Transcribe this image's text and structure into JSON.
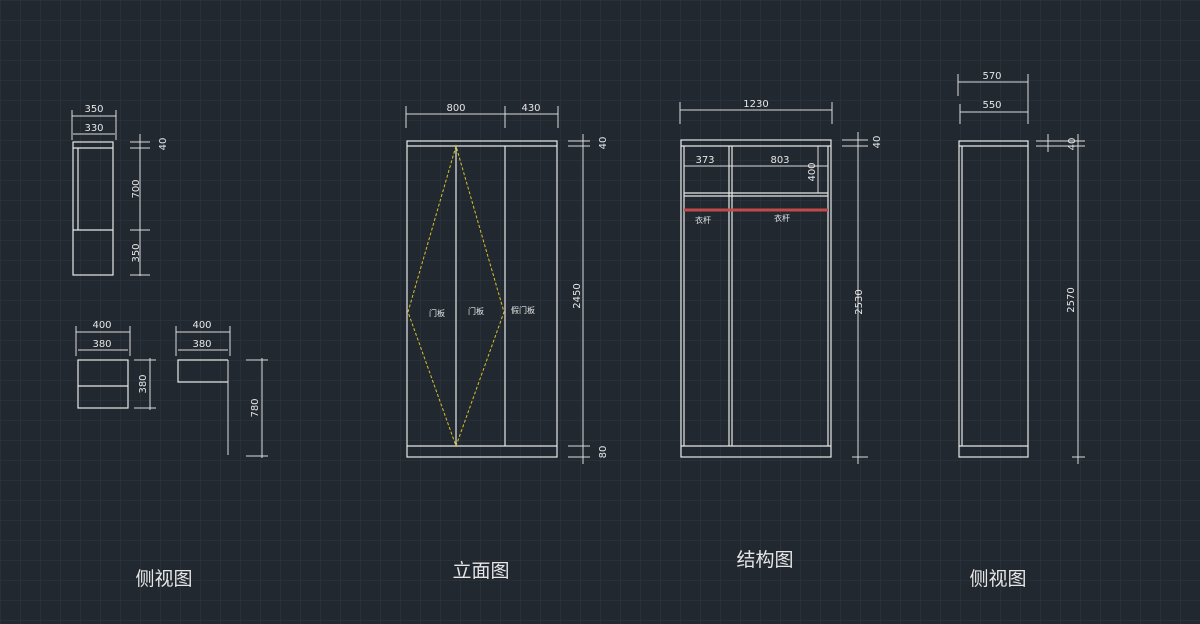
{
  "colors": {
    "background": "#212830",
    "grid": "#343c47",
    "line": "#e8e8e8",
    "diagonal": "#d4c22a",
    "rod": "#c24a4a"
  },
  "titles": {
    "side_left": "侧视图",
    "elevation": "立面图",
    "structure": "结构图",
    "side_right": "侧视图"
  },
  "side_left": {
    "dims": {
      "w_outer": "350",
      "w_inner": "330",
      "top": "40",
      "upper": "700",
      "lower": "350"
    }
  },
  "small_parts": {
    "a": {
      "w_outer": "400",
      "w_inner": "380",
      "h": "380"
    },
    "b": {
      "w_outer": "400",
      "w_inner": "380",
      "h": "780"
    }
  },
  "elevation": {
    "dims": {
      "left": "800",
      "right": "430",
      "top": "40",
      "height": "2450",
      "bottom": "80"
    },
    "labels": {
      "door1": "门板",
      "door2": "门板",
      "fake_door": "假门板"
    }
  },
  "structure": {
    "dims": {
      "width": "1230",
      "left_cell": "373",
      "right_cell": "803",
      "shelf_h": "400",
      "top": "40",
      "height": "2530"
    },
    "labels": {
      "rod_left": "衣杆",
      "rod_right": "衣杆"
    }
  },
  "side_right": {
    "dims": {
      "outer": "570",
      "inner": "550",
      "top": "40",
      "height": "2570"
    }
  }
}
